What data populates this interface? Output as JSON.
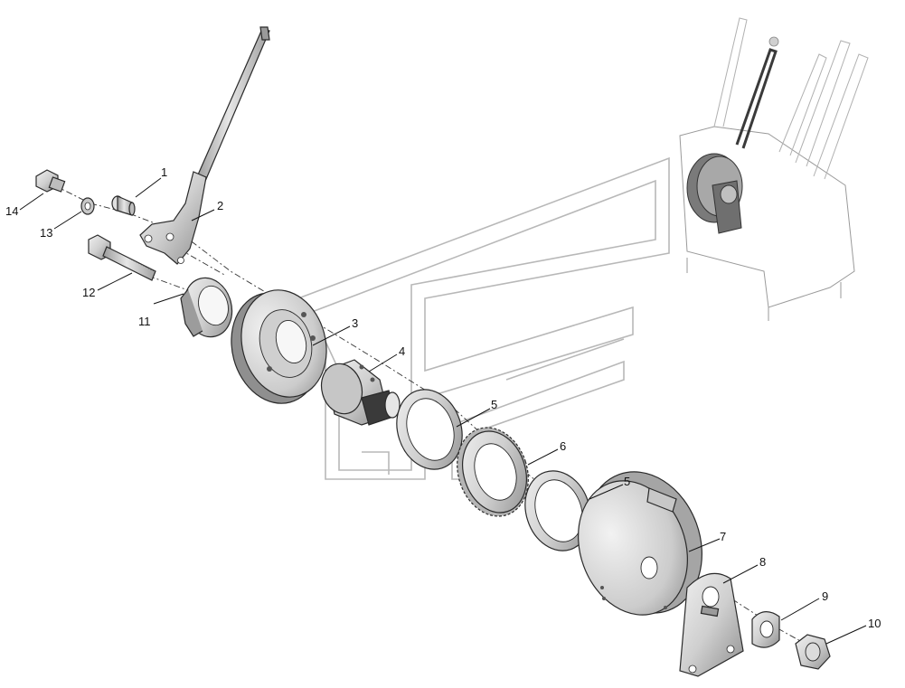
{
  "diagram": {
    "type": "exploded-parts-view",
    "callouts": [
      {
        "id": "1",
        "text": "1"
      },
      {
        "id": "2",
        "text": "2"
      },
      {
        "id": "3",
        "text": "3"
      },
      {
        "id": "4",
        "text": "4"
      },
      {
        "id": "5a",
        "text": "5"
      },
      {
        "id": "6",
        "text": "6"
      },
      {
        "id": "5b",
        "text": "5"
      },
      {
        "id": "7",
        "text": "7"
      },
      {
        "id": "8",
        "text": "8"
      },
      {
        "id": "9",
        "text": "9"
      },
      {
        "id": "10",
        "text": "10"
      },
      {
        "id": "11",
        "text": "11"
      },
      {
        "id": "12",
        "text": "12"
      },
      {
        "id": "13",
        "text": "13"
      },
      {
        "id": "14",
        "text": "14"
      }
    ],
    "colors": {
      "metal_light": "#d9d9d9",
      "metal_mid": "#bdbdbd",
      "metal_dark": "#8a8a8a",
      "line": "#2a2a2a",
      "watermark": "#b8b8b8"
    }
  }
}
